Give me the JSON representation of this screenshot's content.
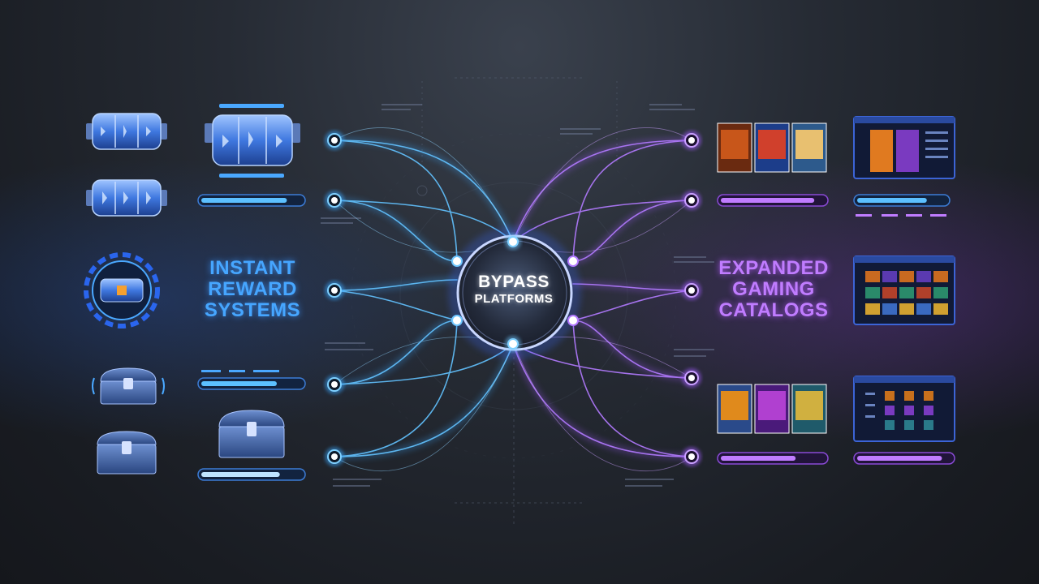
{
  "left_heading": "INSTANT\nREWARD\nSYSTEMS",
  "right_heading": "EXPANDED\nGAMING\nCATALOGS",
  "hub": {
    "line1": "BYPASS",
    "line2": "PLATFORMS"
  },
  "colors": {
    "left_accent": "#46a6ff",
    "right_accent": "#c07cff",
    "background": "#1c2027"
  },
  "left_icons": [
    "slot-reel-icon",
    "slot-reel-icon",
    "slot-machine-icon",
    "treasure-chest-icon",
    "treasure-chest-icon"
  ],
  "right_icons": [
    "game-covers-icon",
    "game-store-window-icon",
    "game-covers-icon",
    "game-store-window-icon"
  ],
  "left_progress": [
    0.85,
    0.75,
    0.78
  ],
  "right_progress": [
    0.9,
    0.72,
    0.78
  ]
}
